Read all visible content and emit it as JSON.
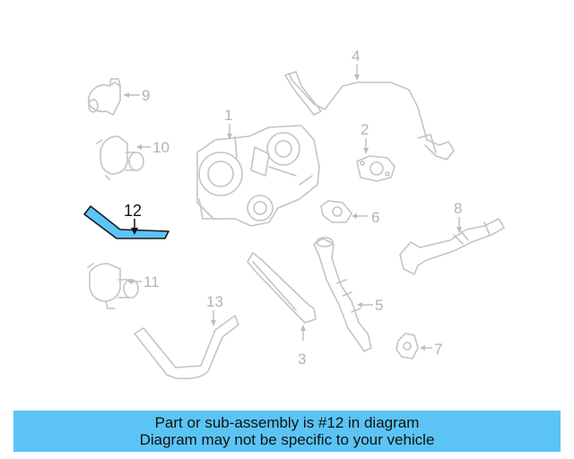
{
  "diagram": {
    "highlight_color": "#5bc4f5",
    "parts": [
      {
        "id": "part-1",
        "label": "1"
      },
      {
        "id": "part-2",
        "label": "2"
      },
      {
        "id": "part-3",
        "label": "3"
      },
      {
        "id": "part-4",
        "label": "4"
      },
      {
        "id": "part-5",
        "label": "5"
      },
      {
        "id": "part-6",
        "label": "6"
      },
      {
        "id": "part-7",
        "label": "7"
      },
      {
        "id": "part-8",
        "label": "8"
      },
      {
        "id": "part-9",
        "label": "9"
      },
      {
        "id": "part-10",
        "label": "10"
      },
      {
        "id": "part-11",
        "label": "11"
      },
      {
        "id": "part-12",
        "label": "12",
        "highlighted": true
      },
      {
        "id": "part-13",
        "label": "13"
      }
    ]
  },
  "caption": {
    "line1": "Part or sub-assembly is #12 in diagram",
    "line2": "Diagram may not be specific to your vehicle"
  }
}
